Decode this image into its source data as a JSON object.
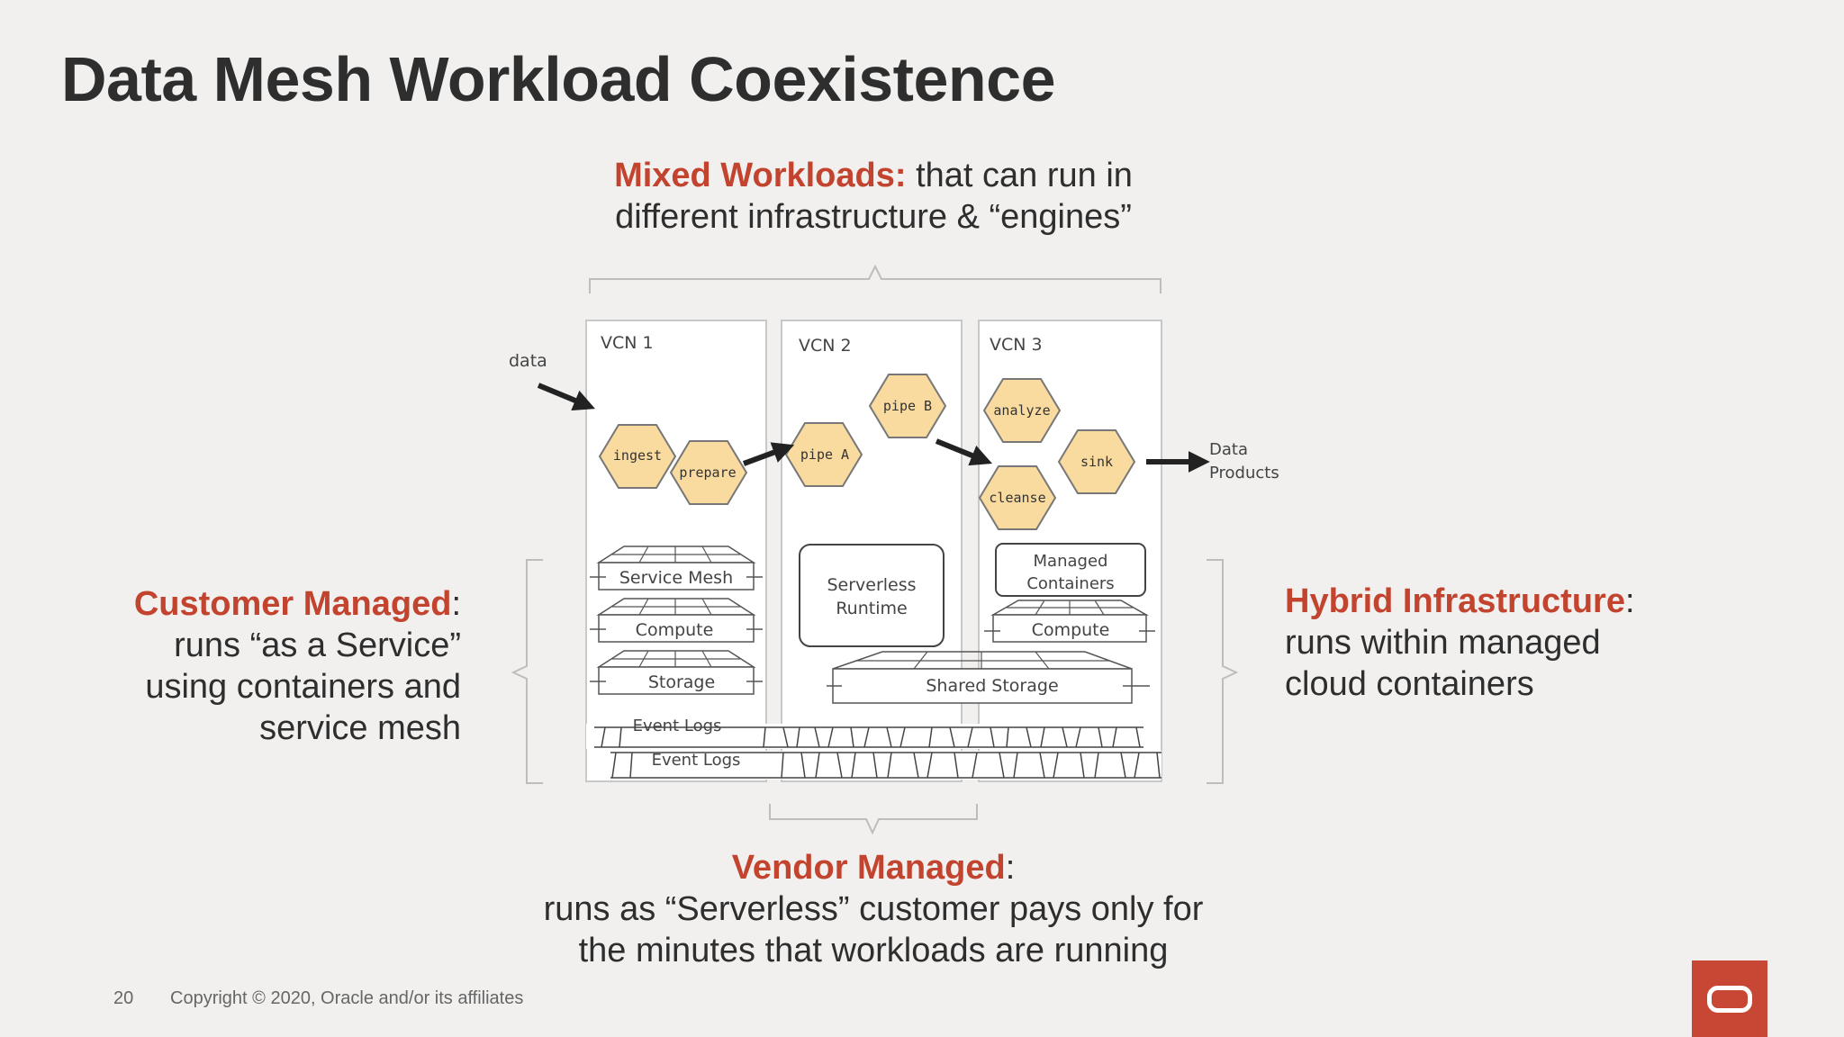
{
  "title": "Data Mesh Workload Coexistence",
  "mixed": {
    "accent": "Mixed Workloads:",
    "line1_rest": " that can run in",
    "line2": "different infrastructure & “engines”"
  },
  "customer": {
    "accent": "Customer Managed",
    "colon": ":",
    "lines": [
      "runs “as a Service”",
      "using containers and",
      "service mesh"
    ]
  },
  "hybrid": {
    "accent": "Hybrid Infrastructure",
    "colon": ":",
    "lines": [
      "runs within managed",
      "cloud containers"
    ]
  },
  "vendor": {
    "accent": "Vendor Managed",
    "colon": ":",
    "lines": [
      "runs as “Serverless” customer pays only for",
      "the minutes that workloads are running"
    ]
  },
  "diagram": {
    "vcns": [
      "VCN 1",
      "VCN 2",
      "VCN 3"
    ],
    "data_in": "data",
    "data_out": [
      "Data",
      "Products"
    ],
    "hexagons": [
      "ingest",
      "prepare",
      "pipe A",
      "pipe B",
      "analyze",
      "cleanse",
      "sink"
    ],
    "layers_vcn1": [
      "Service Mesh",
      "Compute",
      "Storage"
    ],
    "serverless": [
      "Serverless",
      "Runtime"
    ],
    "managed": [
      "Managed",
      "Containers"
    ],
    "compute3": "Compute",
    "shared_storage": "Shared Storage",
    "event_logs": [
      "Event Logs",
      "Event Logs"
    ]
  },
  "footer": {
    "page_number": "20",
    "copyright": "Copyright © 2020, Oracle and/or its affiliates"
  },
  "colors": {
    "accent": "#c2432e",
    "hexagon_fill": "#f9dba0",
    "logo": "#c74634"
  },
  "icons": [
    "oracle-logo-icon"
  ]
}
